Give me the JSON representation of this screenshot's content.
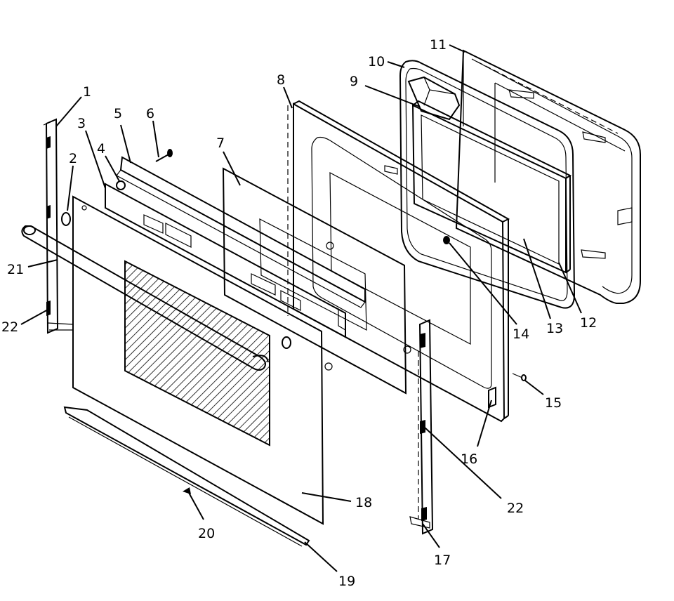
{
  "callouts": [
    "1",
    "2",
    "3",
    "4",
    "5",
    "6",
    "7",
    "8",
    "9",
    "10",
    "11",
    "12",
    "13",
    "14",
    "15",
    "16",
    "17",
    "18",
    "19",
    "20",
    "21",
    "22",
    "22"
  ]
}
